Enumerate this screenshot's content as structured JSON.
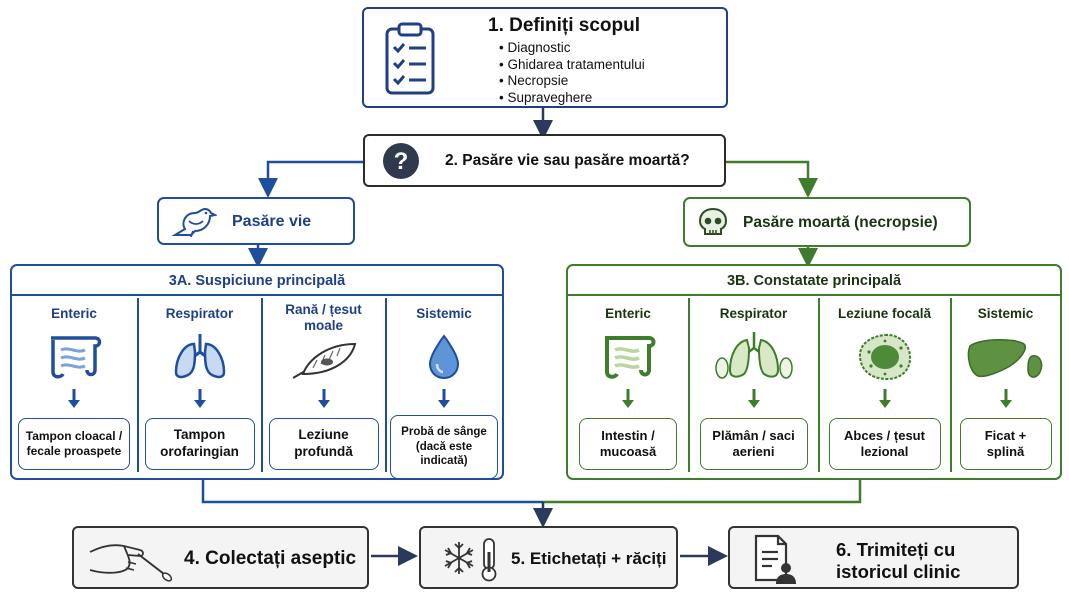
{
  "step1": {
    "title": "1. Definiți scopul",
    "items": [
      "Diagnostic",
      "Ghidarea tratamentului",
      "Necropsie",
      "Supraveghere"
    ],
    "icon": "clipboard-icon"
  },
  "step2": {
    "title": "2. Pasăre vie sau pasăre moartă?",
    "icon": "question-icon"
  },
  "live": {
    "label": "Pasăre vie",
    "icon": "bird-icon",
    "color": "#1f4e9c"
  },
  "dead": {
    "label": "Pasăre moartă (necropsie)",
    "icon": "skull-icon",
    "color": "#3d7d2b"
  },
  "panelA": {
    "title": "3A. Suspiciune principală",
    "columns": [
      {
        "title": "Enteric",
        "icon": "intestine-icon",
        "sample": "Tampon cloacal / fecale proaspete"
      },
      {
        "title": "Respirator",
        "icon": "lungs-icon",
        "sample": "Tampon orofaringian"
      },
      {
        "title": "Rană / țesut moale",
        "icon": "feather-icon",
        "sample": "Leziune profundă"
      },
      {
        "title": "Sistemic",
        "icon": "blood-drop-icon",
        "sample": "Probă de sânge (dacă este indicată)"
      }
    ]
  },
  "panelB": {
    "title": "3B. Constatate principală",
    "columns": [
      {
        "title": "Enteric",
        "icon": "intestine-icon",
        "sample": "Intestin / mucoasă"
      },
      {
        "title": "Respirator",
        "icon": "lungs-airsacs-icon",
        "sample": "Plămân / saci aerieni"
      },
      {
        "title": "Leziune focală",
        "icon": "lesion-icon",
        "sample": "Abces / țesut lezional"
      },
      {
        "title": "Sistemic",
        "icon": "liver-spleen-icon",
        "sample": "Ficat + splină"
      }
    ]
  },
  "step4": {
    "label": "4. Colectați aseptic",
    "icon": "swab-hand-icon"
  },
  "step5": {
    "label": "5. Etichetați + răciți",
    "icon": "snowflake-thermometer-icon"
  },
  "step6": {
    "line1": "6. Trimiteți cu",
    "line2": "istoricul clinic",
    "icon": "document-person-icon"
  },
  "colors": {
    "navy": "#1f3f86",
    "blue": "#1f4e9c",
    "green": "#3d7d2b",
    "dark": "#2b2b2b"
  }
}
